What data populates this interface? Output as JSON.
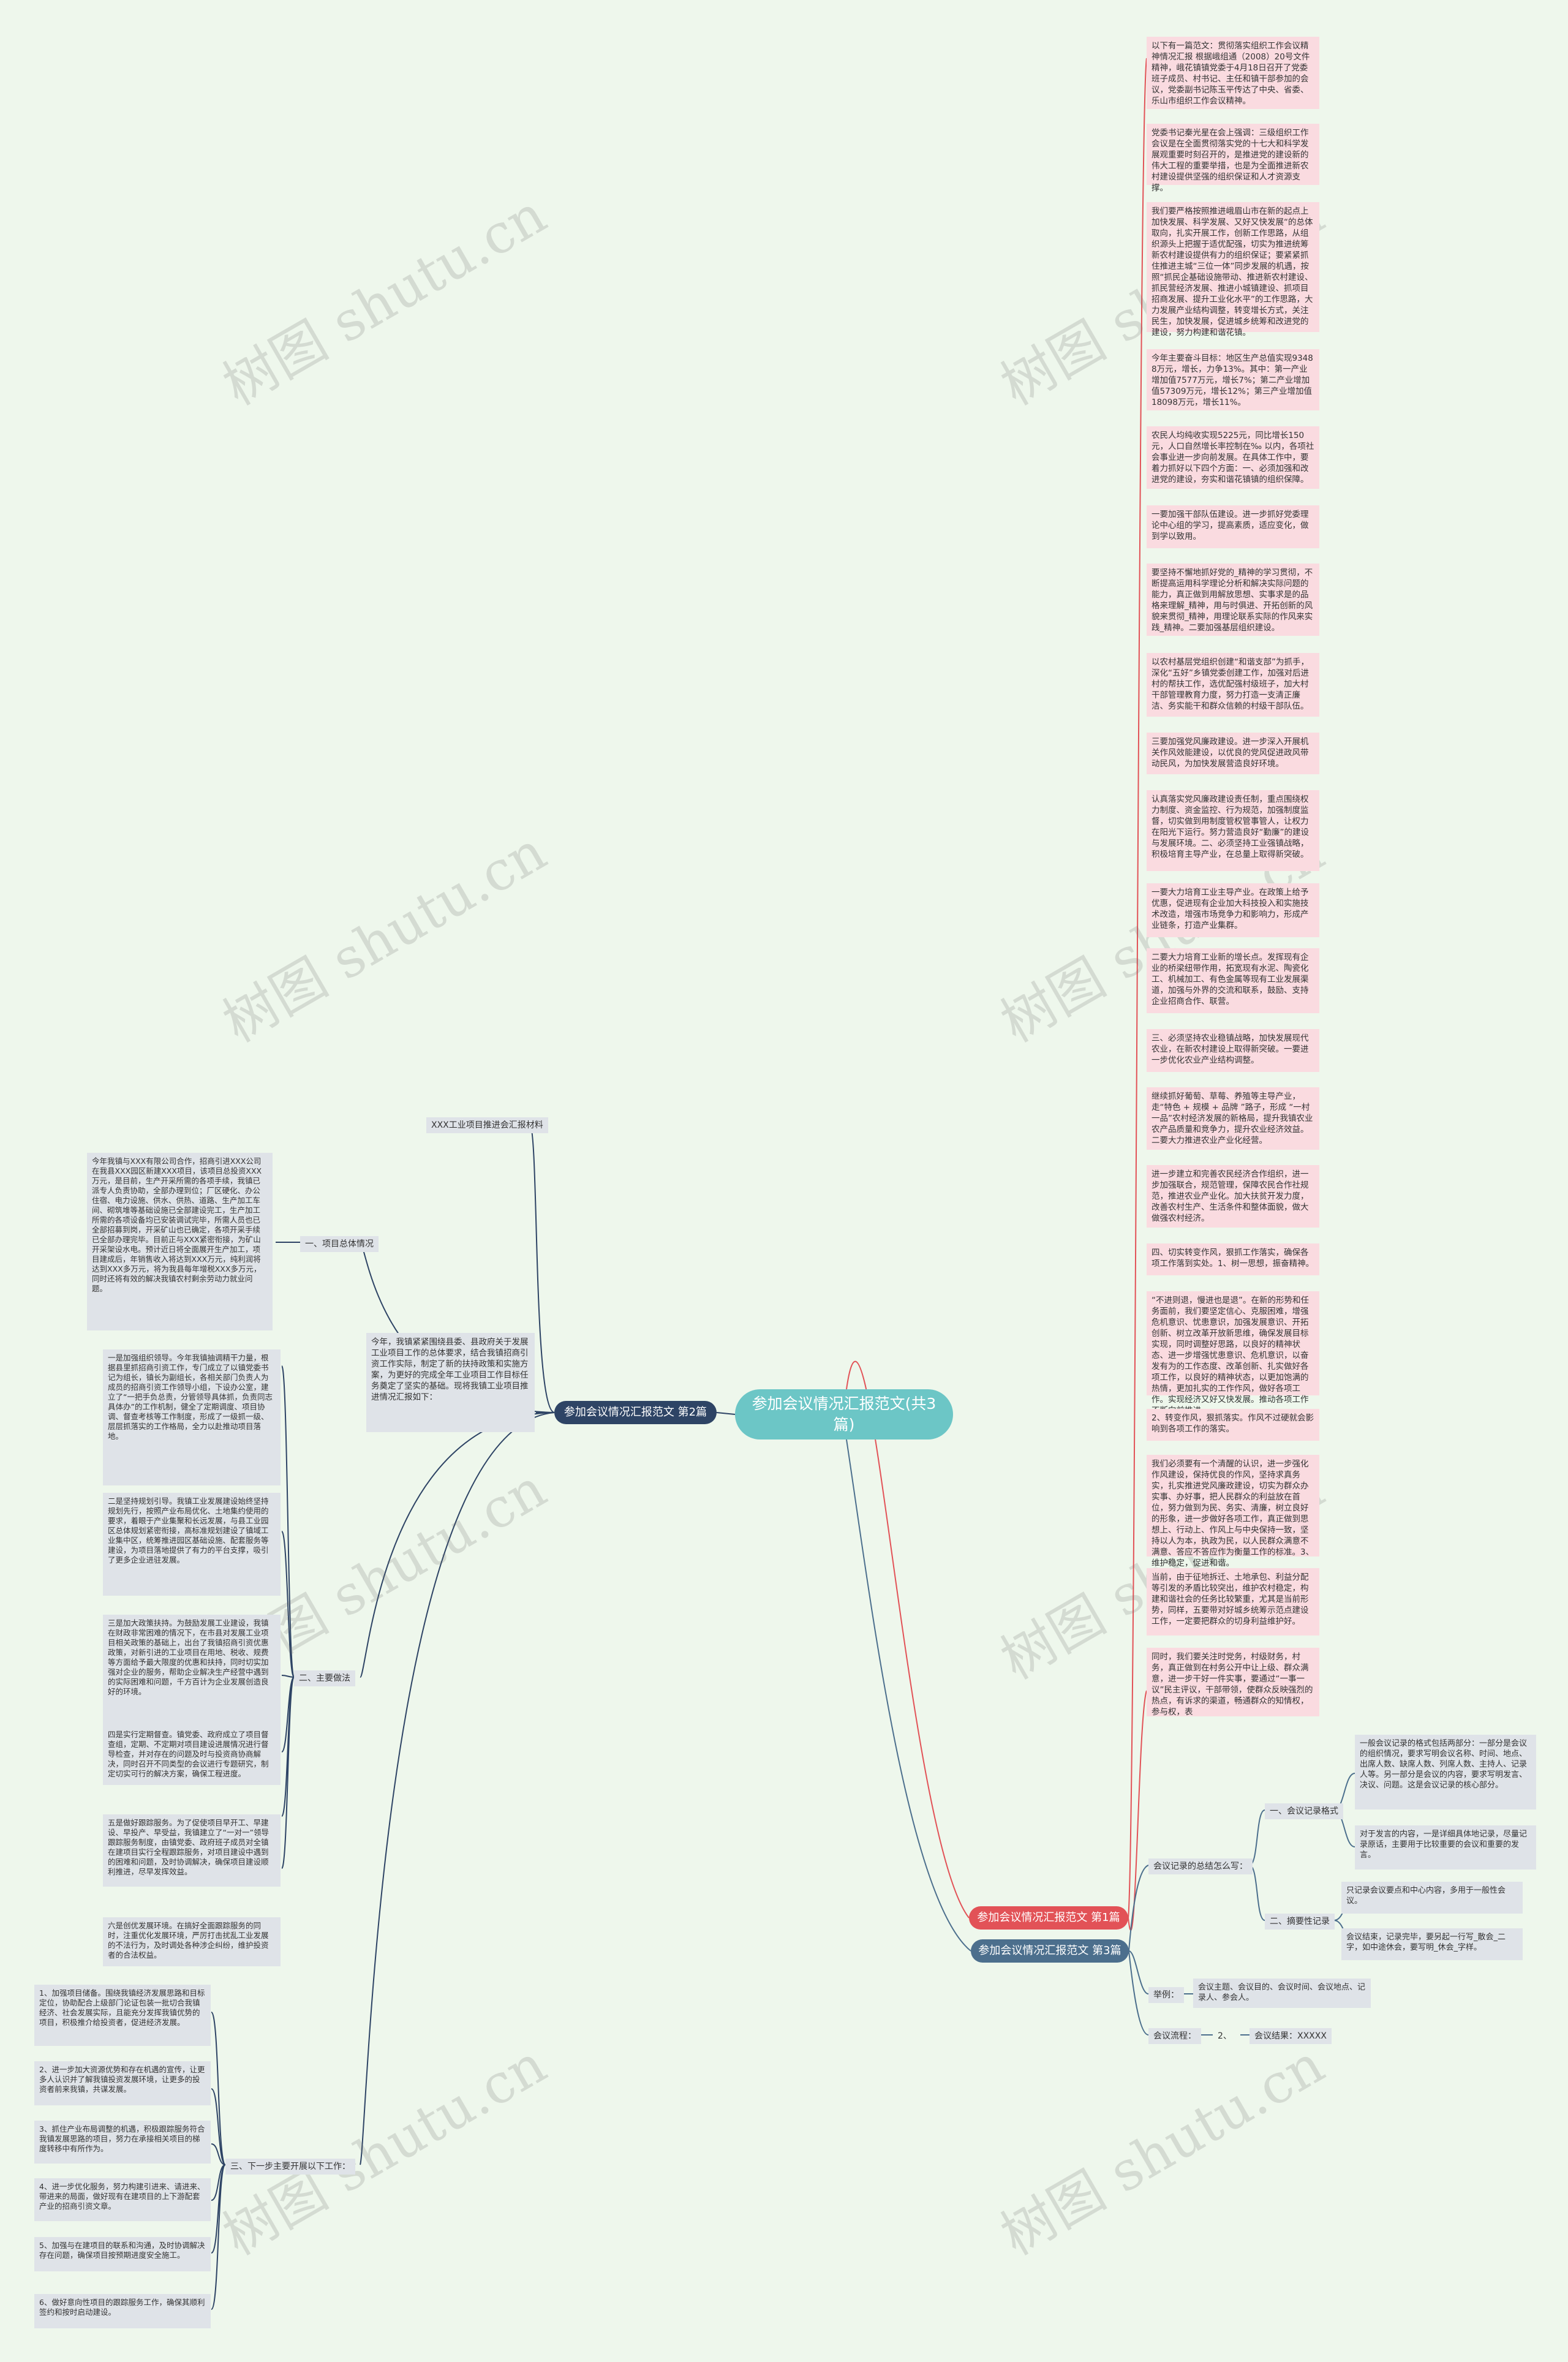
{
  "center": "参加会议情况汇报范文(共3篇)",
  "branches": {
    "b1": "参加会议情况汇报范文 第1篇",
    "b2": "参加会议情况汇报范文 第2篇",
    "b3": "参加会议情况汇报范文 第3篇"
  },
  "p1": [
    "以下有一篇范文：贯彻落实组织工作会议精神情况汇报 根据峨组通（2008）20号文件精神，峨花镇镇党委于4月18日召开了党委班子成员、村书记、主任和镇干部参加的会议，党委副书记陈玉平传达了中央、省委、乐山市组织工作会议精神。",
    "党委书记秦光星在会上强调：三级组织工作会议是在全面贯彻落实党的十七大和科学发展观重要时刻召开的，是推进党的建设新的伟大工程的重要举措，也是为全面推进新农村建设提供坚强的组织保证和人才资源支撑。",
    "我们要严格按照推进峨眉山市在新的起点上加快发展、科学发展、又好又快发展“的总体取向，扎实开展工作，创新工作思路，从组织源头上把握于适优配强，切实为推进统筹新农村建设提供有力的组织保证；要紧紧抓住推进主城“三位一体”同步发展的机遇，按照“抓民企基础设施带动、推进新农村建设、抓民营经济发展、推进小城镇建设、抓项目招商发展、提升工业化水平”的工作思路，大力发展产业结构调整，转变增长方式，关注民生，加快发展，促进城乡统筹和改进党的建设，努力构建和谐花镇。",
    "今年主要奋斗目标：地区生产总值实现93488万元，增长，力争13%。其中：第一产业增加值7577万元，增长7%；第二产业增加值57309万元，增长12%；第三产业增加值18098万元，增长11%。",
    "农民人均纯收实现5225元，同比增长150元，人口自然增长率控制在‰ 以内，各项社会事业进一步向前发展。在具体工作中，要着力抓好以下四个方面：一、必须加强和改进党的建设，夯实和谐花镇镇的组织保障。",
    "一要加强干部队伍建设。进一步抓好党委理论中心组的学习，提高素质，适应变化，做到学以致用。",
    "要坚持不懈地抓好党的_精神的学习贯彻，不断提高运用科学理论分析和解决实际问题的能力，真正做到用解放思想、实事求是的品格来理解_精神，用与时俱进、开拓创新的风貌来贯彻_精神，用理论联系实际的作风来实践_精神。二要加强基层组织建设。",
    "以农村基层党组织创建“和谐支部”为抓手，深化“五好”乡镇党委创建工作，加强对后进村的帮扶工作，选优配强村级班子，加大村干部管理教育力度，努力打造一支清正廉洁、务实能干和群众信赖的村级干部队伍。",
    "三要加强党风廉政建设。进一步深入开展机关作风效能建设，以优良的党风促进政风带动民风，为加快发展营造良好环境。",
    "认真落实党风廉政建设责任制，重点围绕权力制度、资金监控、行为规范，加强制度监督，切实做到用制度管权管事管人，让权力在阳光下运行。努力营造良好“勤廉”的建设与发展环境。二、必须坚持工业强镇战略，积极培育主导产业，在总量上取得新突破。",
    "一要大力培育工业主导产业。在政策上给予优惠，促进现有企业加大科技投入和实施技术改造，增强市场竞争力和影响力，形成产业链条，打造产业集群。",
    "二要大力培育工业新的增长点。发挥现有企业的桥梁纽带作用，拓宽现有水泥、陶瓷化工、机械加工、有色金属等现有工业发展渠道，加强与外界的交流和联系，鼓励、支持企业招商合作、联营。",
    "三、必须坚持农业稳镇战略，加快发展现代农业，在新农村建设上取得新突破。一要进一步优化农业产业结构调整。",
    "继续抓好葡萄、草莓、养殖等主导产业，走“特色 + 规模 + 品牌 ”路子，形成 “一村一品”农村经济发展的新格局，提升我镇农业农产品质量和竞争力，提升农业经济效益。二要大力推进农业产业化经营。",
    "进一步建立和完善农民经济合作组织，进一步加强联合，规范管理，保障农民合作社规范，推进农业产业化。加大扶贫开发力度，改善农村生产、生活条件和整体面貌，做大做强农村经济。",
    "四、切实转变作风，狠抓工作落实，确保各项工作落到实处。1、树一思想，振奋精神。",
    "“不进则退，慢进也是退”。在新的形势和任务面前，我们要坚定信心、克服困难，增强危机意识、忧患意识，加强发展意识、开拓创新、树立改革开放新思维，确保发展目标实现，同时调整好思路，以良好的精神状态、进一步增强忧患意识、危机意识，以奋发有为的工作态度、改革创新、扎实做好各项工作，以良好的精神状态，以更加饱满的热情，更加扎实的工作作风，做好各项工作。实现经济又好又快发展。推动各项工作不断向前推进。",
    "2、转变作风，狠抓落实。作风不过硬就会影响到各项工作的落实。",
    "我们必须要有一个清醒的认识，进一步强化作风建设，保持优良的作风，坚持求真务实，扎实推进党风廉政建设，切实为群众办实事、办好事，把人民群众的利益放在首位，努力做到为民、务实、清廉，树立良好的形象，进一步做好各项工作，真正做到思想上、行动上、作风上与中央保持一致，坚持以人为本，执政为民，以人民群众满意不满意、答应不答应作为衡量工作的标准。3、维护稳定，促进和谐。",
    "当前，由于征地拆迁、土地承包、利益分配等引发的矛盾比较突出，维护农村稳定，构建和谐社会的任务比较繁重，尤其是当前形势，同样，五要带对好城乡统筹示范点建设工作，一定要把群众的切身利益维护好。",
    "同时，我们要关注时党务，村级财务，村务，真正做到在村务公开中让上级、群众满意，进一步干好一件实事，要通过“一事一议”民主评议，干部带领，使群众反映强烈的热点，有诉求的渠道，畅通群众的知情权，参与权，表"
  ],
  "p2": {
    "title": "XXX工业项目推进会汇报材料",
    "intro": "今年，我镇紧紧围绕县委、县政府关于发展工业项目工作的总体要求，结合我镇招商引资工作实际，制定了新的扶持政策和实施方案，为更好的完成全年工业项目工作目标任务奠定了坚实的基础。现将我镇工业项目推进情况汇报如下：",
    "s1": {
      "label": "一、项目总体情况",
      "text": "今年我镇与XXX有限公司合作，招商引进XXX公司在我县XXX园区新建XXX项目，该项目总投资XXX万元，是目前，生产开采所需的各项手续，我镇已派专人负责协助，全部办理到位；厂区硬化、办公住宿、电力设施、供水、供热、道路、生产加工车间、砌筑堆等基础设施已全部建设完工，生产加工所需的各项设备均已安装调试完毕，所需人员也已全部招募到岗，开采矿山也已确定，各项开采手续已全部办理完毕。目前正与XXX紧密衔接，为矿山开采架设水电。预计近日将全面展开生产加工，项目建成后，年销售收入将达到XXX万元，纯利润将达到XXX多万元，将为我县每年增税XXX多万元，同时还将有效的解决我镇农村剩余劳动力就业问题。"
    },
    "s2": {
      "label": "二、主要做法",
      "items": [
        "一是加强组织领导。今年我镇抽调精干力量，根据县里抓招商引资工作，专门成立了以镇党委书记为组长，镇长为副组长，各相关部门负责人为成员的招商引资工作领导小组，下设办公室，建立了“一把手负总责，分管领导具体抓，负责同志具体办”的工作机制，健全了定期调度、项目协调、督查考核等工作制度，形成了一级抓一级、层层抓落实的工作格局，全力以赴推动项目落地。",
        "二是坚持规划引导。我镇工业发展建设始终坚持规划先行，按照产业布局优化、土地集约使用的要求，着眼于产业集聚和长远发展，与县工业园区总体规划紧密衔接，高标准规划建设了镇域工业集中区，统筹推进园区基础设施、配套服务等建设，为项目落地提供了有力的平台支撑，吸引了更多企业进驻发展。",
        "三是加大政策扶持。为鼓励发展工业建设，我镇在财政非常困难的情况下，在市县对发展工业项目相关政策的基础上，出台了我镇招商引资优惠政策，对新引进的工业项目在用地、税收、规费等方面给予最大限度的优惠和扶持，同时切实加强对企业的服务，帮助企业解决生产经营中遇到的实际困难和问题，千方百计为企业发展创造良好的环境。",
        "四是实行定期督查。镇党委、政府成立了项目督查组，定期、不定期对项目建设进展情况进行督导检查，并对存在的问题及时与投资商协商解决，同时召开不同类型的会议进行专题研究，制定切实可行的解决方案，确保工程进度。",
        "五是做好跟踪服务。为了促使项目早开工、早建设、早投产、早受益，我镇建立了“一对一”领导跟踪服务制度，由镇党委、政府班子成员对全镇在建项目实行全程跟踪服务，对项目建设中遇到的困难和问题，及时协调解决，确保项目建设顺利推进，尽早发挥效益。",
        "六是创优发展环境。在搞好全面跟踪服务的同时，注重优化发展环境，严厉打击扰乱工业发展的不法行为，及时调处各种涉企纠纷，维护投资者的合法权益。"
      ]
    },
    "s3": {
      "label": "三、下一步主要开展以下工作：",
      "items": [
        "1、加强项目储备。围绕我镇经济发展思路和目标定位，协助配合上级部门论证包装一批切合我镇经济、社会发展实际，且能充分发挥我镇优势的项目，积极推介给投资者，促进经济发展。",
        "2、进一步加大资源优势和存在机遇的宣传，让更多人认识并了解我镇投资发展环境，让更多的投资者前来我镇，共谋发展。",
        "3、抓住产业布局调整的机遇，积极跟踪服务符合我镇发展思路的项目，努力在承接相关项目的梯度转移中有所作为。",
        "4、进一步优化服务，努力构建引进来、请进来、带进来的局面，做好现有在建项目的上下游配套产业的招商引资文章。",
        "5、加强与在建项目的联系和沟通，及时协调解决存在问题，确保项目按预期进度安全施工。",
        "6、做好意向性项目的跟踪服务工作，确保其顺利签约和按时启动建设。"
      ]
    }
  },
  "p3": {
    "s1": "会议记录的总结怎么写：",
    "s1a": "一、会议记录格式",
    "s1a_items": [
      "一般会议记录的格式包括两部分：一部分是会议的组织情况，要求写明会议名称、时间、地点、出席人数、缺席人数、列席人数、主持人、记录人等。另一部分是会议的内容，要求写明发言、决议、问题。这是会议记录的核心部分。",
      "对于发言的内容，一是详细具体地记录，尽量记录原话，主要用于比较重要的会议和重要的发言。"
    ],
    "s1b": "二、摘要性记录",
    "s1b_items": [
      "只记录会议要点和中心内容，多用于一般性会议。",
      "会议结束，记录完毕，要另起一行写_散会_二字，如中途休会，要写明_休会_字样。"
    ],
    "s2": "举例：",
    "s2_text": "会议主题、会议目的、会议时间、会议地点、记录人、参会人。",
    "s3": "会议流程：",
    "s3_num": "2、",
    "s3_text": "会议结果：XXXXX"
  },
  "watermark": "树图 shutu.cn"
}
